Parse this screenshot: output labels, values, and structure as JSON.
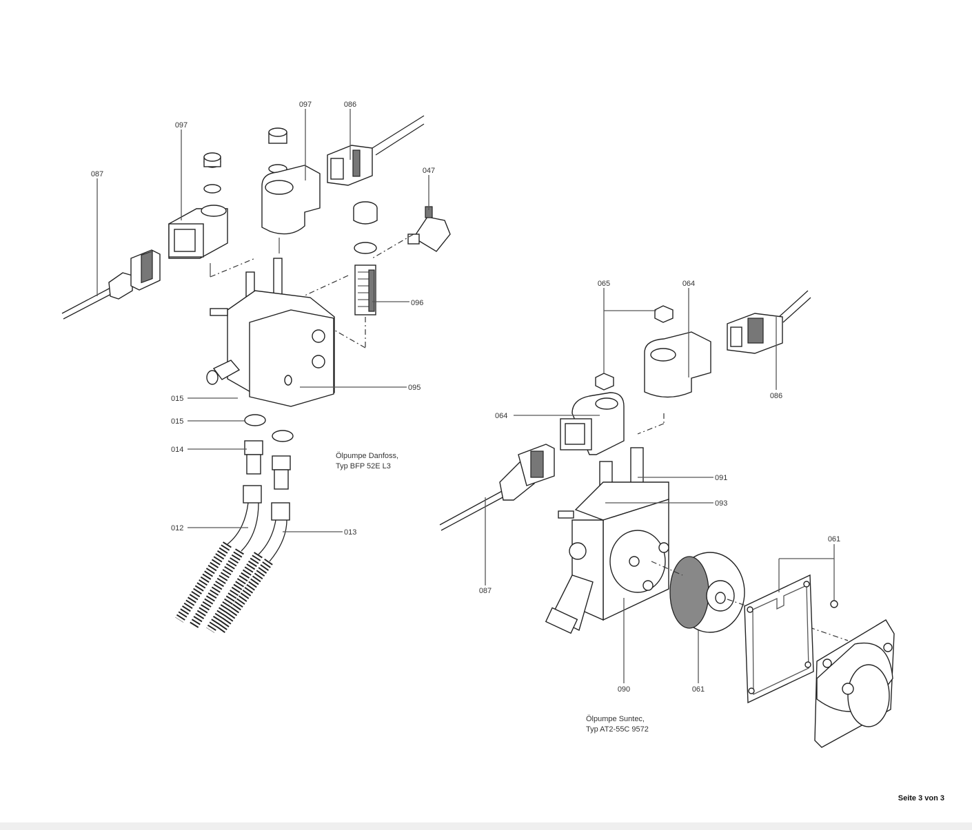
{
  "left_pump": {
    "labels": {
      "coil_a": "097",
      "coil_b": "097",
      "plug_top": "086",
      "cable_left": "087",
      "fitting": "047",
      "filter": "096",
      "pump_body": "095",
      "seal_a": "015",
      "seal_b": "015",
      "nipple": "014",
      "hose_a": "012",
      "hose_b": "013"
    },
    "caption_line1": "Ölpumpe Danfoss,",
    "caption_line2": "Typ BFP 52E L3"
  },
  "right_pump": {
    "labels": {
      "nut": "065",
      "coil_top": "064",
      "coil_left": "064",
      "plug_right": "086",
      "cable_left": "087",
      "valve_a": "091",
      "valve_b": "093",
      "gasket": "061",
      "pump_body": "090",
      "coupling": "061"
    },
    "caption_line1": "Ölpumpe Suntec,",
    "caption_line2": "Typ AT2-55C 9572"
  },
  "footer": {
    "page": "Seite 3 von 3"
  }
}
